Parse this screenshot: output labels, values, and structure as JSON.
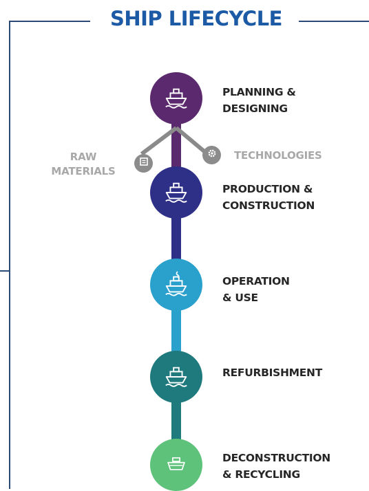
{
  "title": "SHIP LIFECYCLE",
  "colors": {
    "frame": "#2b4a7a",
    "title": "#1c5aa6",
    "inputs": "#8c8c8c",
    "stage_1": "#5b2a6e",
    "stage_2": "#2e2f86",
    "stage_3": "#2aa0cc",
    "stage_4": "#1f7a7e",
    "stage_5": "#5ec27a"
  },
  "inputs": {
    "left_label": "RAW\nMATERIALS",
    "right_label": "TECHNOLOGIES",
    "left_icon": "document-icon",
    "right_icon": "gear-icon"
  },
  "stages": [
    {
      "label": "PLANNING &\nDESIGNING",
      "icon": "ship-icon"
    },
    {
      "label": "PRODUCTION &\nCONSTRUCTION",
      "icon": "ship-icon"
    },
    {
      "label": "OPERATION\n& USE",
      "icon": "ship-with-smoke-icon"
    },
    {
      "label": "REFURBISHMENT",
      "icon": "ship-icon"
    },
    {
      "label": "DECONSTRUCTION\n& RECYCLING",
      "icon": "recycled-ship-icon"
    }
  ]
}
